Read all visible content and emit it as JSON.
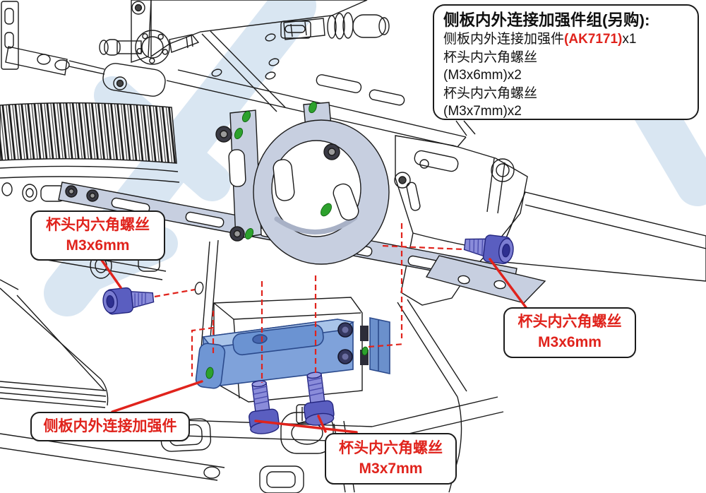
{
  "info_box": {
    "title": "侧板内外连接加强件组(另购):",
    "line1_prefix": "侧板内外连接加强件",
    "line1_part": "(AK7171)",
    "line1_suffix": "x1",
    "line2": "杯头内六角螺丝",
    "line3": "(M3x6mm)x2",
    "line4": "杯头内六角螺丝",
    "line5": "(M3x7mm)x2"
  },
  "callouts": {
    "left_screw": {
      "line1": "杯头内六角螺丝",
      "line2": "M3x6mm"
    },
    "right_screw": {
      "line1": "杯头内六角螺丝",
      "line2": "M3x6mm"
    },
    "reinforcement": {
      "line1": "侧板内外连接加强件"
    },
    "bottom_screws": {
      "line1": "杯头内六角螺丝",
      "line2": "M3x7mm"
    }
  },
  "colors": {
    "red": "#e0231c",
    "line": "#1b1b1b",
    "green": "#2da12d",
    "watermark": "#d9e6f2",
    "shade": "#c7cfe0",
    "part_blue": "#7fa2da",
    "part_blue_light": "#a9c4e9",
    "part_blue_dark": "#2b4a8c",
    "screw_blue": "#5a5ec0",
    "screw_blue_light": "#8a8cda",
    "screw_blue_dark": "#2e3090"
  }
}
